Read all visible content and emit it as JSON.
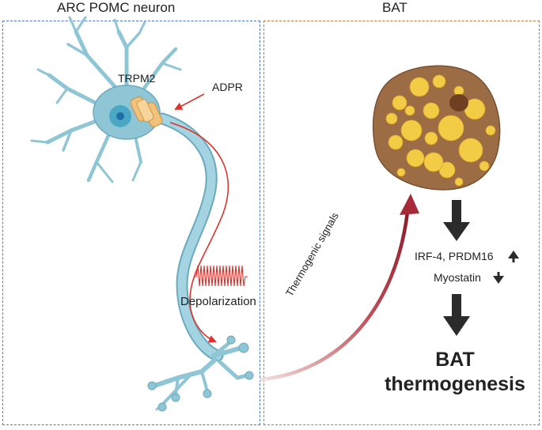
{
  "titles": {
    "left": "ARC POMC neuron",
    "right": "BAT"
  },
  "labels": {
    "trpm2": "TRPM2",
    "adpr": "ADPR",
    "depolarization": "Depolarization",
    "thermogenic_signals": "Thermogenic signals",
    "irf": "IRF-4, PRDM16",
    "myostatin": "Myostatin",
    "bat_line1": "BAT",
    "bat_line2": "thermogenesis"
  },
  "colors": {
    "neuron": "#8fc6d6",
    "neuron_outline": "#6aaabd",
    "channel": "#f2c27a",
    "signal_red": "#e0302a",
    "arrow_dark": "#2b2b2b",
    "bat_cell": "#9c6d45",
    "lipid": "#f3cc45"
  },
  "icons": [
    "up-arrow-icon",
    "down-arrow-icon"
  ]
}
